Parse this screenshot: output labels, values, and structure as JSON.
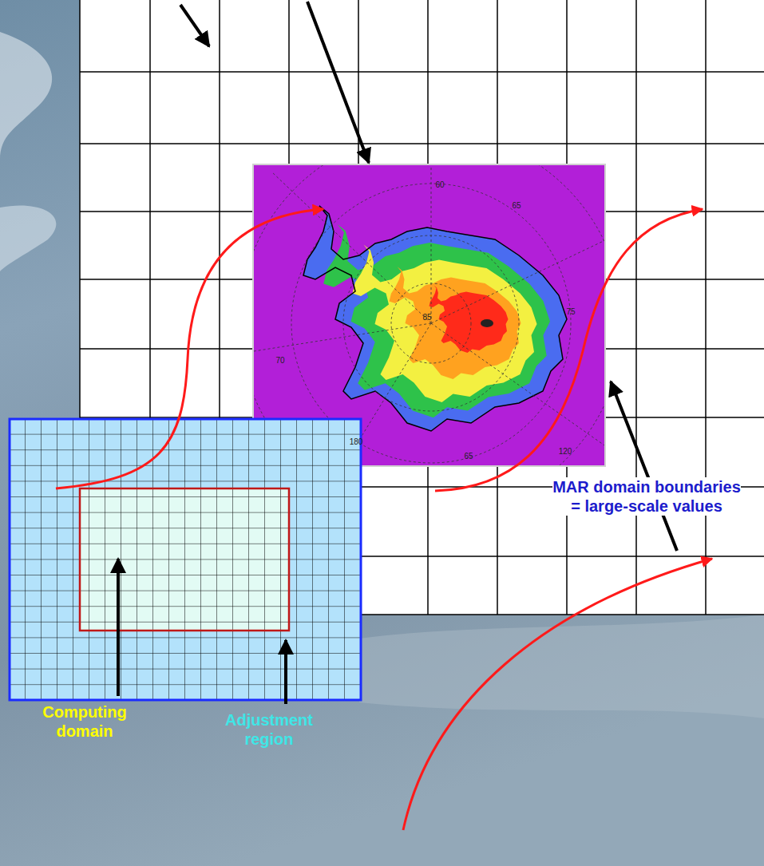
{
  "diagram": {
    "labels": [
      "60",
      "65",
      "70",
      "85",
      "75",
      "180",
      "120",
      "65",
      "MAR domain boundaries = large-scale values",
      "Computing domain",
      "Adjustment region"
    ]
  }
}
